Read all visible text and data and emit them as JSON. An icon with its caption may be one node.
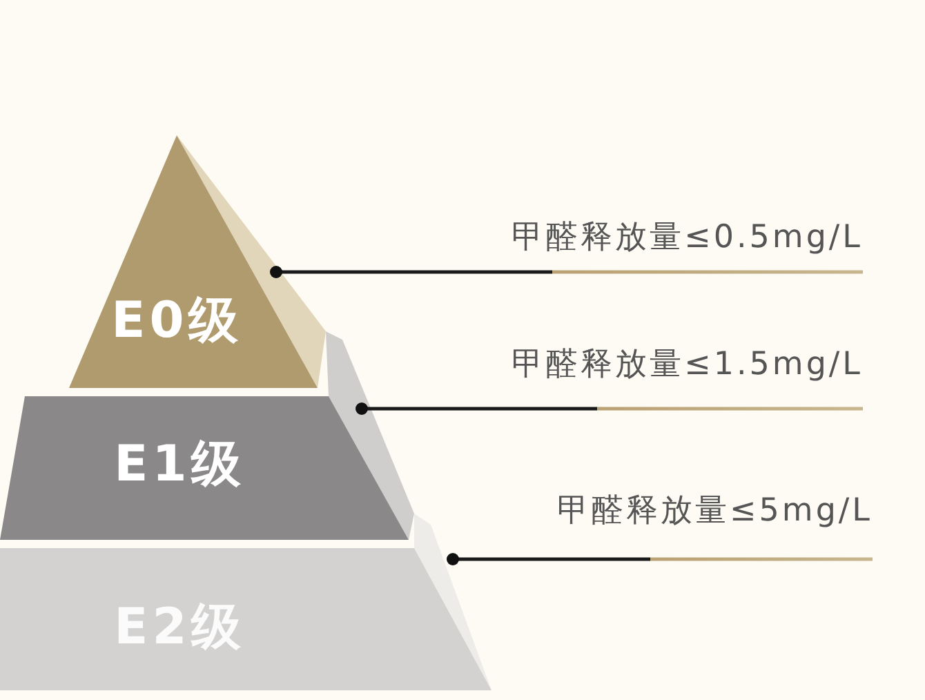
{
  "diagram": {
    "nodes": [
      {
        "text": [
          "E0级"
        ]
      },
      {
        "text": [
          "E1级"
        ]
      },
      {
        "text": [
          "E2级"
        ]
      },
      {
        "text": [
          "甲醛释放量≤0.5mg/L"
        ]
      },
      {
        "text": [
          "甲醛释放量≤1.5mg/L"
        ]
      },
      {
        "text": [
          "甲醛释放量≤5mg/L"
        ]
      }
    ],
    "edges": [
      {
        "from": 3,
        "to": 0,
        "arrow": "other"
      },
      {
        "from": 4,
        "to": 1,
        "arrow": "other"
      },
      {
        "from": 5,
        "to": 2,
        "arrow": "other"
      }
    ]
  }
}
